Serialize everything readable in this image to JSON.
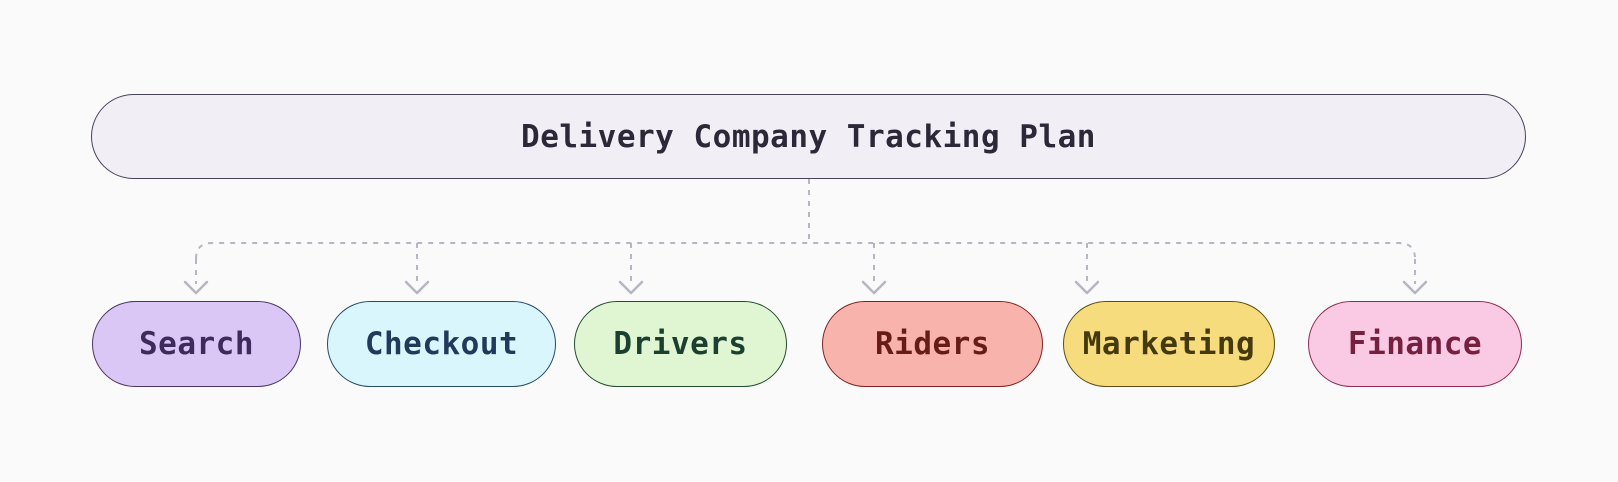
{
  "diagram": {
    "type": "tree",
    "background": "#fafafa",
    "connector_color": "#b8b5c3",
    "root": {
      "label": "Delivery Company Tracking Plan",
      "fill": "#f1eef5",
      "border": "#49425a",
      "text_color": "#2d2838"
    },
    "children": [
      {
        "id": "search",
        "label": "Search",
        "fill": "#dbc7f6",
        "border": "#4b3566",
        "text_color": "#3f2a5c"
      },
      {
        "id": "checkout",
        "label": "Checkout",
        "fill": "#d9f6fc",
        "border": "#274a66",
        "text_color": "#21395b"
      },
      {
        "id": "drivers",
        "label": "Drivers",
        "fill": "#e0f6d2",
        "border": "#234b2f",
        "text_color": "#1c4030"
      },
      {
        "id": "riders",
        "label": "Riders",
        "fill": "#f9b3ad",
        "border": "#7c241f",
        "text_color": "#671c18"
      },
      {
        "id": "marketing",
        "label": "Marketing",
        "fill": "#f7dc7d",
        "border": "#5c4d14",
        "text_color": "#443a0e"
      },
      {
        "id": "finance",
        "label": "Finance",
        "fill": "#fac9e3",
        "border": "#8c2c55",
        "text_color": "#76203f"
      }
    ],
    "edges": [
      {
        "from": "root",
        "to": "search"
      },
      {
        "from": "root",
        "to": "checkout"
      },
      {
        "from": "root",
        "to": "drivers"
      },
      {
        "from": "root",
        "to": "riders"
      },
      {
        "from": "root",
        "to": "marketing"
      },
      {
        "from": "root",
        "to": "finance"
      }
    ]
  }
}
